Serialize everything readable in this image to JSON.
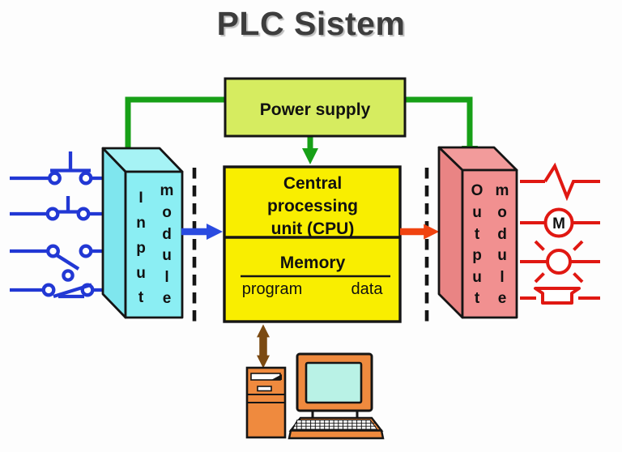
{
  "title": "PLC Sistem",
  "colors": {
    "background": "#fdfdfd",
    "power_supply_fill": "#d6ec60",
    "cpu_fill": "#f9ee00",
    "input_front": "#8beef3",
    "input_side": "#7fe6ee",
    "input_top": "#a6f3f5",
    "output_front": "#f19090",
    "output_side": "#e98484",
    "output_top": "#f29b9b",
    "power_line_green": "#17a017",
    "input_wire_blue": "#2238d4",
    "output_wire_red": "#e01812",
    "input_arrow_blue": "#2a4be0",
    "output_arrow_orange": "#f04310",
    "pc_link_brown": "#7b4a12",
    "computer_orange": "#ef8a3e",
    "screen_cyan": "#b9f2e6"
  },
  "power_supply": {
    "label": "Power supply"
  },
  "cpu": {
    "title_line1": "Central",
    "title_line2": "processing",
    "title_line3": "unit (CPU)",
    "memory_label": "Memory",
    "program_label": "program",
    "data_label": "data"
  },
  "input_module": {
    "word_primary": "Input",
    "word_secondary": "module"
  },
  "output_module": {
    "word_primary": "Output",
    "word_secondary": "module"
  },
  "output_devices": {
    "motor_label": "M"
  }
}
